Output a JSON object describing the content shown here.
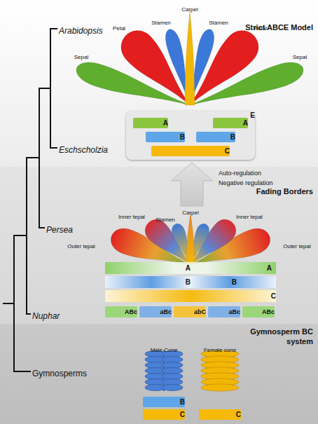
{
  "diagram": {
    "nodes": [
      {
        "text": [
          "Strict ABCE Model"
        ]
      },
      {
        "text": [
          "E"
        ],
        "in": 0
      },
      {
        "text": [
          "A"
        ],
        "in": 1
      },
      {
        "text": [
          "A"
        ],
        "in": 1
      },
      {
        "text": [
          "B"
        ],
        "in": 1
      },
      {
        "text": [
          "B"
        ],
        "in": 1
      },
      {
        "text": [
          "C"
        ],
        "in": 1
      },
      {
        "text": [
          "Fading Borders"
        ]
      },
      {
        "text": [
          "A",
          "A"
        ],
        "in": 7
      },
      {
        "text": [
          "B",
          "B"
        ],
        "in": 7
      },
      {
        "text": [
          "C"
        ],
        "in": 7
      },
      {
        "text": [
          "ABc"
        ],
        "in": 7
      },
      {
        "text": [
          "aBc"
        ],
        "in": 7
      },
      {
        "text": [
          "abC"
        ],
        "in": 7
      },
      {
        "text": [
          "aBc"
        ],
        "in": 7
      },
      {
        "text": [
          "ABc"
        ],
        "in": 7
      },
      {
        "text": [
          "Gymnosperm BC system"
        ]
      },
      {
        "text": [
          "B"
        ],
        "in": 16
      },
      {
        "text": [
          "C"
        ],
        "in": 16
      },
      {
        "text": [
          "C"
        ],
        "in": 16
      }
    ],
    "labels": [
      "Arabidopsis",
      "Eschscholzia",
      "Persea",
      "Nuphar",
      "Gymnosperms",
      "Carpel",
      "Stamen",
      "Stamen",
      "Petal",
      "Petal",
      "Sepal",
      "Sepal",
      "Auto-regulation",
      "Negative regulation",
      "Carpel",
      "Stamen",
      "Inner tepal",
      "Inner tepal",
      "Outer tepal",
      "Outer tepal",
      "Male Cone",
      "Female cone"
    ]
  }
}
